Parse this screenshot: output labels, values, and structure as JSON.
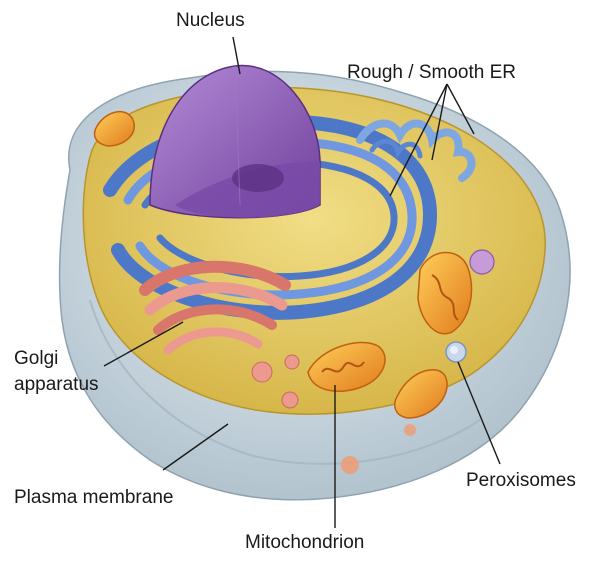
{
  "labels": {
    "nucleus": "Nucleus",
    "er": "Rough / Smooth ER",
    "golgi_line1": "Golgi",
    "golgi_line2": "apparatus",
    "plasma_membrane": "Plasma membrane",
    "mitochondrion": "Mitochondrion",
    "peroxisomes": "Peroxisomes"
  },
  "colors": {
    "membrane": "#c9d6de",
    "cytoplasm": "#e3c85a",
    "er": "#5b86d6",
    "nucleus": "#8d5bb8",
    "golgi": "#e58f84",
    "mitochondrion": "#f39a2e",
    "peroxisome": "#c8d8ec",
    "vesicle": "#b38acb"
  }
}
